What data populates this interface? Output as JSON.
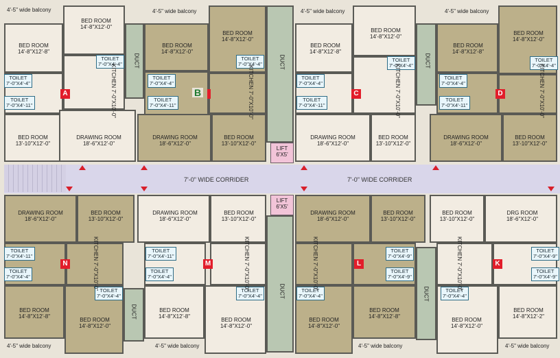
{
  "balconies": {
    "a": "4'-5\" wide balcony",
    "b": "4'-5\" wide balcony",
    "c": "4'-5\" wide balcony",
    "d": "4'-5\" wide balcony",
    "n": "4'-5\" wide balcony",
    "m": "4'-5\" wide balcony",
    "l": "4'-5\" wide balcony",
    "k": "4'-5\" wide balcony"
  },
  "corridor": {
    "left": "7'-0\" WIDE CORRIDER",
    "right": "7'-0\" WIDE CORRIDER"
  },
  "lift": {
    "top": "LIFT",
    "top_size": "6'X5'",
    "bottom": "LIFT",
    "bottom_size": "6'X5'"
  },
  "duct": "DUCT",
  "flats": {
    "A": {
      "tag": "A",
      "bed1": "BED ROOM",
      "bed1_size": "14'-8\"X12'-8\"",
      "bed2": "BED ROOM",
      "bed2_size": "14'-8\"X12'-0\"",
      "bed3": "BED ROOM",
      "bed3_size": "13'-10\"X12'-0\"",
      "drawing": "DRAWING ROOM",
      "drawing_size": "18'-6\"X12'-0\"",
      "toilet1": "TOILET",
      "toilet1_size": "7'-0\"X4'-4\"",
      "toilet2": "TOILET",
      "toilet2_size": "7'-0\"X4'-11\"",
      "toilet3": "TOILET",
      "toilet3_size": "7'-0\"X4'-4\"",
      "kitchen": "KITCHEN",
      "kitchen_size": "7'-0\"X10'-0\""
    },
    "B": {
      "tag": "B",
      "bed1": "BED ROOM",
      "bed1_size": "14'-8\"X12'-0\"",
      "bed2": "BED ROOM",
      "bed2_size": "14'-8\"X12'-0\"",
      "bed3": "BED ROOM",
      "bed3_size": "13'-10\"X12'-0\"",
      "drawing": "DRAWING ROOM",
      "drawing_size": "18'-6\"X12'-0\"",
      "toilet1": "TOILET",
      "toilet1_size": "7'-0\"X4'-4\"",
      "toilet2": "TOILET",
      "toilet2_size": "7'-0\"X4'-11\"",
      "toilet3": "TOILET",
      "toilet3_size": "7'-0\"X4'-4\"",
      "kitchen": "KITCHEN",
      "kitchen_size": "7'-0\"X10'-0\""
    },
    "C": {
      "tag": "C",
      "bed1": "BED ROOM",
      "bed1_size": "14'-8\"X12'-8\"",
      "bed2": "BED ROOM",
      "bed2_size": "14'-8\"X12'-0\"",
      "bed3": "BED ROOM",
      "bed3_size": "13'-10\"X12'-0\"",
      "drawing": "DRAWING ROOM",
      "drawing_size": "18'-6\"X12'-0\"",
      "toilet1": "TOILET",
      "toilet1_size": "7'-0\"X4'-4\"",
      "toilet2": "TOILET",
      "toilet2_size": "7'-0\"X4'-11\"",
      "toilet3": "TOILET",
      "toilet3_size": "7'-0\"X4'-4\"",
      "kitchen": "KITCHEN",
      "kitchen_size": "7'-0\"X10'-0\""
    },
    "D": {
      "tag": "D",
      "bed1": "BED ROOM",
      "bed1_size": "14'-8\"X12'-8\"",
      "bed2": "BED ROOM",
      "bed2_size": "14'-8\"X12'-0\"",
      "bed3": "BED ROOM",
      "bed3_size": "13'-10\"X12'-0\"",
      "drawing": "DRAWING ROOM",
      "drawing_size": "18'-6\"X12'-0\"",
      "toilet1": "TOILET",
      "toilet1_size": "7'-0\"X4'-4\"",
      "toilet2": "TOILET",
      "toilet2_size": "7'-0\"X4'-11\"",
      "toilet3": "TOILET",
      "toilet3_size": "7'-0\"X4'-4\"",
      "kitchen": "KITCHEN",
      "kitchen_size": "7'-0\"X10'-0\""
    },
    "N": {
      "tag": "N",
      "bed1": "BED ROOM",
      "bed1_size": "14'-8\"X12'-8\"",
      "bed2": "BED ROOM",
      "bed2_size": "14'-8\"X12'-0\"",
      "bed3": "BED ROOM",
      "bed3_size": "13'-10\"X12'-0\"",
      "drawing": "DRAWING ROOM",
      "drawing_size": "18'-6\"X12'-0\"",
      "toilet1": "TOILET",
      "toilet1_size": "7'-0\"X4'-11\"",
      "toilet2": "TOILET",
      "toilet2_size": "7'-0\"X4'-4\"",
      "toilet3": "TOILET",
      "toilet3_size": "7'-0\"X4'-4\"",
      "kitchen": "KITCHEN",
      "kitchen_size": "7'-0\"X10'-0\""
    },
    "M": {
      "tag": "M",
      "bed1": "BED ROOM",
      "bed1_size": "14'-8\"X12'-8\"",
      "bed2": "BED ROOM",
      "bed2_size": "14'-8\"X12'-0\"",
      "bed3": "BED ROOM",
      "bed3_size": "13'-10\"X12'-0\"",
      "drawing": "DRAWING ROOM",
      "drawing_size": "18'-6\"X12'-0\"",
      "toilet1": "TOILET",
      "toilet1_size": "7'-0\"X4'-11\"",
      "toilet2": "TOILET",
      "toilet2_size": "7'-0\"X4'-4\"",
      "toilet3": "TOILET",
      "toilet3_size": "7'-0\"X4'-4\"",
      "kitchen": "KITCHEN",
      "kitchen_size": "7'-0\"X10'-0\""
    },
    "L": {
      "tag": "L",
      "bed1": "BED ROOM",
      "bed1_size": "14'-8\"X12'-8\"",
      "bed2": "BED ROOM",
      "bed2_size": "14'-8\"X12'-0\"",
      "bed3": "BED ROOM",
      "bed3_size": "13'-10\"X12'-0\"",
      "drawing": "DRAWING ROOM",
      "drawing_size": "18'-6\"X12'-0\"",
      "toilet1": "TOILET",
      "toilet1_size": "7'-0\"X4'-9\"",
      "toilet2": "TOILET",
      "toilet2_size": "7'-0\"X4'-9\"",
      "toilet3": "TOILET",
      "toilet3_size": "7'-0\"X4'-4\"",
      "kitchen": "KITCHEN",
      "kitchen_size": "7'-0\"X10'-0\""
    },
    "K": {
      "tag": "K",
      "bed1": "BED ROOM",
      "bed1_size": "14'-8\"X12'-2\"",
      "bed2": "BED ROOM",
      "bed2_size": "14'-8\"X12'-0\"",
      "bed3": "BED ROOM",
      "bed3_size": "13'-10\"X12'-0\"",
      "drawing": "DRG ROOM",
      "drawing_size": "18'-6\"X12'-0\"",
      "toilet1": "TOILET",
      "toilet1_size": "7'-0\"X4'-9\"",
      "toilet2": "TOILET",
      "toilet2_size": "7'-0\"X4'-9\"",
      "toilet3": "TOILET",
      "toilet3_size": "7'-0\"X4'-4\"",
      "kitchen": "KITCHEN",
      "kitchen_size": "7'-0\"X10'-0\""
    }
  }
}
